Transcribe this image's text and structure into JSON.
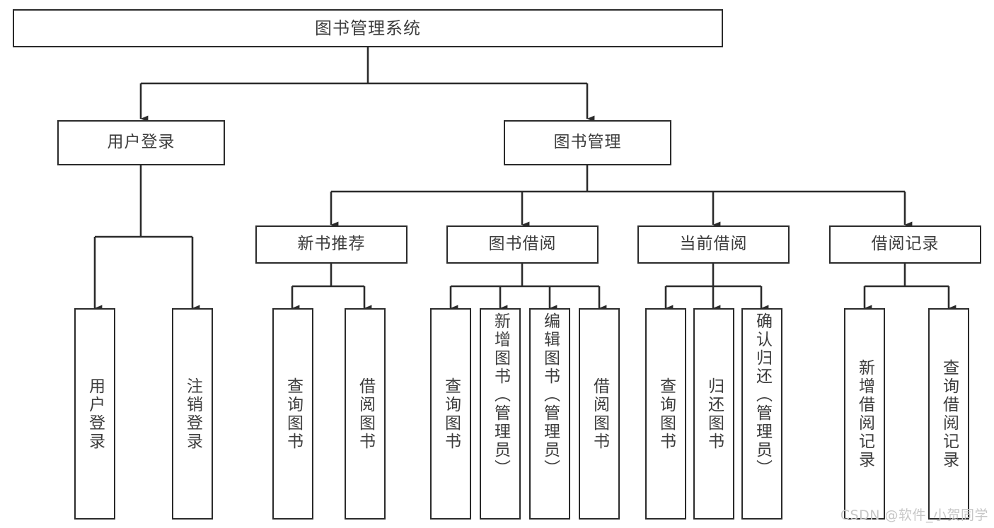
{
  "diagram": {
    "type": "tree-hierarchy-chart",
    "title": "图书管理系统",
    "watermark": "CSDN @软件_小贺同学",
    "colors": {
      "box_border": "#2b2b2b",
      "box_fill": "#ffffff",
      "text": "#3d3d3d",
      "connector": "#2b2b2b",
      "watermark": "#c7c7c7",
      "background": "#ffffff"
    },
    "root": {
      "label": "图书管理系统"
    },
    "level2": [
      {
        "label": "用户登录"
      },
      {
        "label": "图书管理"
      }
    ],
    "level3": [
      {
        "label": "新书推荐"
      },
      {
        "label": "图书借阅"
      },
      {
        "label": "当前借阅"
      },
      {
        "label": "借阅记录"
      }
    ],
    "leaves": {
      "user_login": [
        {
          "label": "用户登录"
        },
        {
          "label": "注销登录"
        }
      ],
      "new_book_recommend": [
        {
          "label": "查询图书"
        },
        {
          "label": "借阅图书"
        }
      ],
      "book_borrow": [
        {
          "label": "查询图书"
        },
        {
          "label": "新增图书（管理员）"
        },
        {
          "label": "编辑图书（管理员）"
        },
        {
          "label": "借阅图书"
        }
      ],
      "current_borrow": [
        {
          "label": "查询图书"
        },
        {
          "label": "归还图书"
        },
        {
          "label": "确认归还（管理员）"
        }
      ],
      "borrow_record": [
        {
          "label": "新增借阅记录"
        },
        {
          "label": "查询借阅记录"
        }
      ]
    }
  }
}
